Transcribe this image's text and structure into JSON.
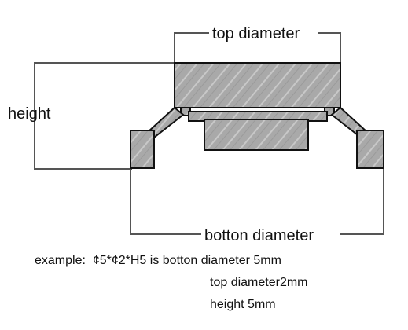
{
  "labels": {
    "top_diameter": "top diameter",
    "height": "height",
    "bottom_diameter": "botton  diameter"
  },
  "caption": {
    "line1": "example:  ⁠5*⁠2*H5 is botton diameter 5mm",
    "line1_prefix": "example:  ",
    "line1_symbol": "¢",
    "line1_part_a": "5*",
    "line1_part_b": "2*H5 is botton diameter 5mm",
    "line2": "top diameter2mm",
    "line3": "height 5mm"
  },
  "colors": {
    "line": "#555555",
    "part_fill": "#a8a8a8",
    "part_outline": "#111111",
    "text": "#111111"
  }
}
